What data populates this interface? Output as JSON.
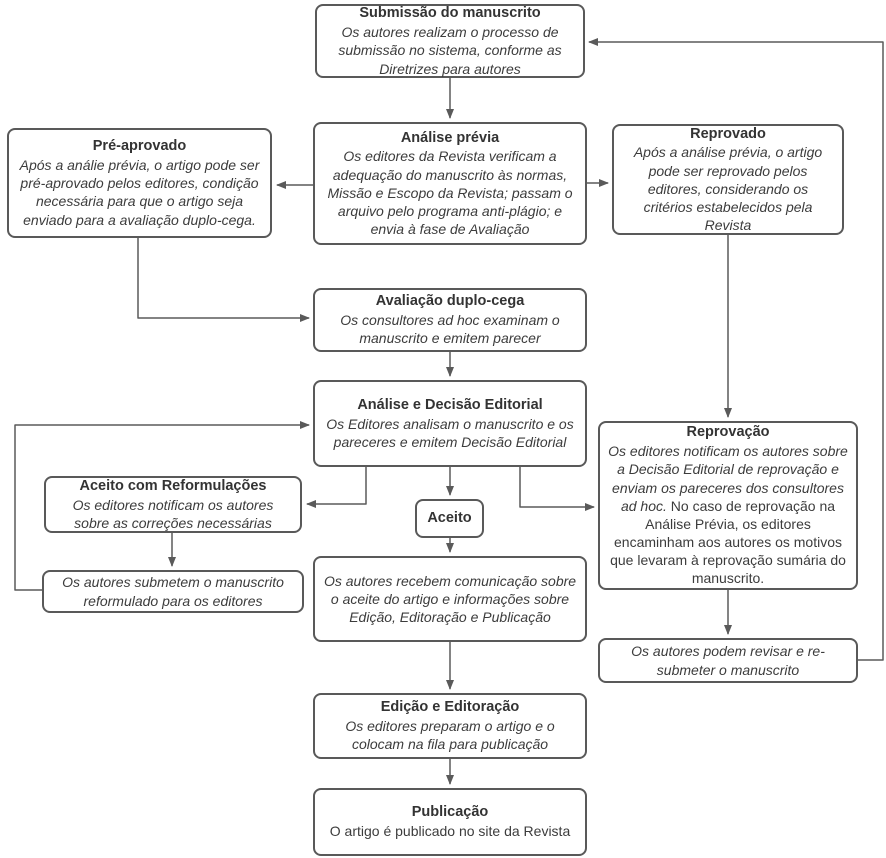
{
  "colors": {
    "box_border": "#595959",
    "connector": "#5a5a5a",
    "title_text": "#333333",
    "body_text": "#3c3c3c",
    "background": "#ffffff"
  },
  "nodes": {
    "submissao": {
      "title": "Submissão do manuscrito",
      "body": "Os autores realizam o processo de submissão no sistema, conforme as Diretrizes para autores"
    },
    "pre_aprovado": {
      "title": "Pré-aprovado",
      "body": "Após a análie prévia, o artigo pode ser pré-aprovado pelos editores, condição necessária para que o artigo seja enviado para a avaliação duplo-cega."
    },
    "analise_previa": {
      "title": "Análise prévia",
      "body": "Os editores da Revista verificam a adequação do manuscrito às normas, Missão e Escopo da Revista; passam o arquivo pelo programa anti-plágio; e envia à fase de Avaliação"
    },
    "reprovado": {
      "title": "Reprovado",
      "body": "Após a análise prévia, o artigo pode ser reprovado pelos editores, considerando os critérios estabelecidos pela Revista"
    },
    "avaliacao": {
      "title": "Avaliação duplo-cega",
      "body": "Os consultores ad hoc examinam o manuscrito e emitem parecer"
    },
    "analise_decisao": {
      "title": "Análise e Decisão Editorial",
      "body": "Os Editores analisam o manuscrito e os pareceres e emitem Decisão Editorial"
    },
    "aceito_reformulacoes": {
      "title": "Aceito com Reformulações",
      "body": "Os editores notificam os autores sobre as correções necessárias"
    },
    "submetem_reformulado": {
      "body": "Os autores submetem o manuscrito reformulado para os editores"
    },
    "aceito": {
      "title": "Aceito"
    },
    "recebem_comunicacao": {
      "body": "Os autores recebem comunicação sobre o aceite do artigo e informações sobre Edição, Editoração e Publicação"
    },
    "reprovacao": {
      "title": "Reprovação",
      "body_italic": "Os editores notificam os autores sobre a Decisão Editorial de reprovação e enviam os pareceres dos consultores ad hoc.",
      "body_regular": "No caso de reprovação na Análise Prévia, os editores encaminham aos autores os motivos que levaram à reprovação sumária do manuscrito."
    },
    "revisar_resubmeter": {
      "body": "Os autores podem revisar e re-submeter o manuscrito"
    },
    "edicao": {
      "title": "Edição e Editoração",
      "body": "Os editores preparam o artigo e o colocam na fila para publicação"
    },
    "publicacao": {
      "title": "Publicação",
      "body": "O artigo é publicado no site da Revista"
    }
  }
}
